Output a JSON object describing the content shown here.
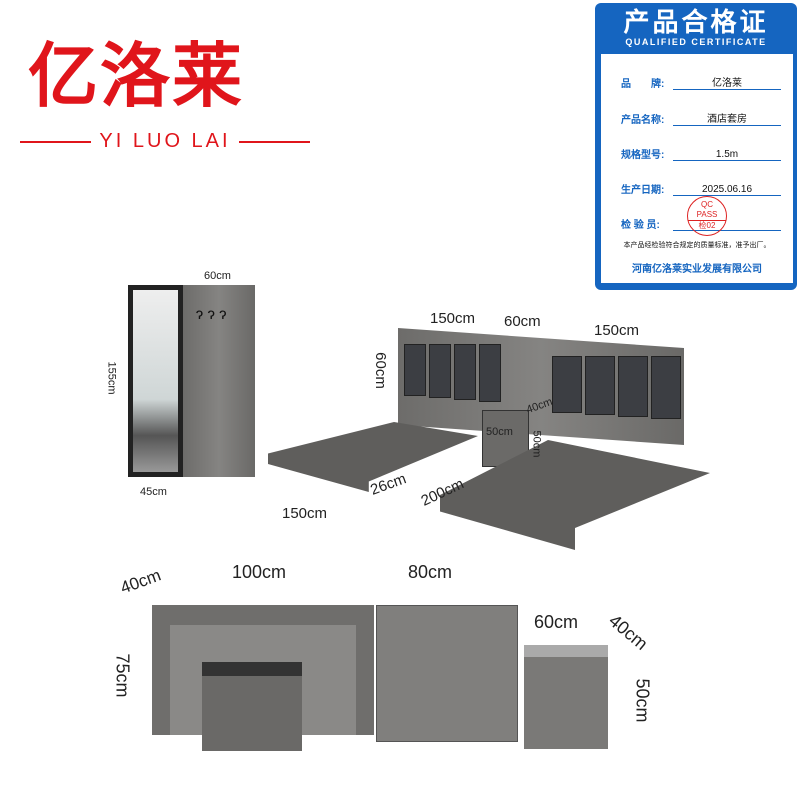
{
  "brand": {
    "name": "亿洛莱",
    "pinyin": "YI LUO LAI"
  },
  "certificate": {
    "title": "产品合格证",
    "subtitle": "QUALIFIED CERTIFICATE",
    "fields": [
      {
        "label": "品　　牌:",
        "value": "亿洛莱"
      },
      {
        "label": "产品名称:",
        "value": "酒店套房"
      },
      {
        "label": "规格型号:",
        "value": "1.5m"
      },
      {
        "label": "生产日期:",
        "value": "2025.06.16"
      },
      {
        "label": "检 验 员:",
        "value": ""
      }
    ],
    "stamp": {
      "line1": "QC",
      "line2": "PASS",
      "line3": "检02"
    },
    "note": "本产品经检验符合规定的质量标准，准予出厂。",
    "company": "河南亿洛莱实业发展有限公司"
  },
  "wardrobe": {
    "width": "60cm",
    "height": "155cm",
    "depth": "45cm"
  },
  "bed": {
    "left_width": "150cm",
    "gap": "60cm",
    "right_width": "150cm",
    "headboard_height": "60cm",
    "nightstand_depth": "40cm",
    "nightstand_width": "50cm",
    "nightstand_height": "50cm",
    "frame_height": "26cm",
    "length": "200cm",
    "front_width": "150cm"
  },
  "desk": {
    "depth": "40cm",
    "desk_width": "100cm",
    "cabinet_width": "80cm",
    "height": "75cm",
    "bench_width": "60cm",
    "bench_depth": "40cm",
    "bench_height": "50cm"
  },
  "colors": {
    "brand_red": "#e0151b",
    "cert_blue": "#1565c0",
    "wood_gray": "#7a7977"
  }
}
